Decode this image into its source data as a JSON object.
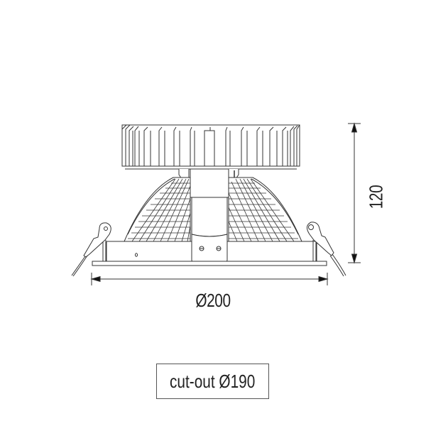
{
  "drawing": {
    "type": "technical-drawing",
    "subject": "recessed downlight side elevation",
    "line_color": "#333333",
    "background": "#ffffff"
  },
  "dimensions": {
    "width_label": "Ø200",
    "height_label": "120"
  },
  "cutout": {
    "label": "cut-out Ø190"
  },
  "parts": {
    "heatsink_fin_count": 17,
    "spring_clip_count": 2,
    "bracket_screw_count": 2
  }
}
